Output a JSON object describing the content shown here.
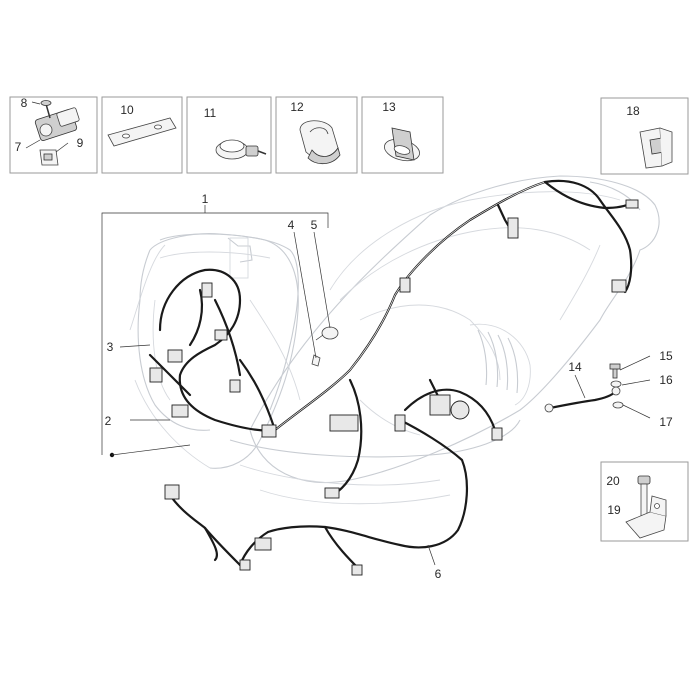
{
  "diagram": {
    "callouts": {
      "c1": "1",
      "c2": "2",
      "c3": "3",
      "c4": "4",
      "c5": "5",
      "c6": "6",
      "c7": "7",
      "c8": "8",
      "c9": "9",
      "c10": "10",
      "c11": "11",
      "c12": "12",
      "c13": "13",
      "c14": "14",
      "c15": "15",
      "c16": "16",
      "c17": "17",
      "c18": "18",
      "c19": "19",
      "c20": "20"
    },
    "colors": {
      "frame": "#9a9a9a",
      "body_outline": "#c8ccd2",
      "harness": "#1a1a1a"
    }
  }
}
